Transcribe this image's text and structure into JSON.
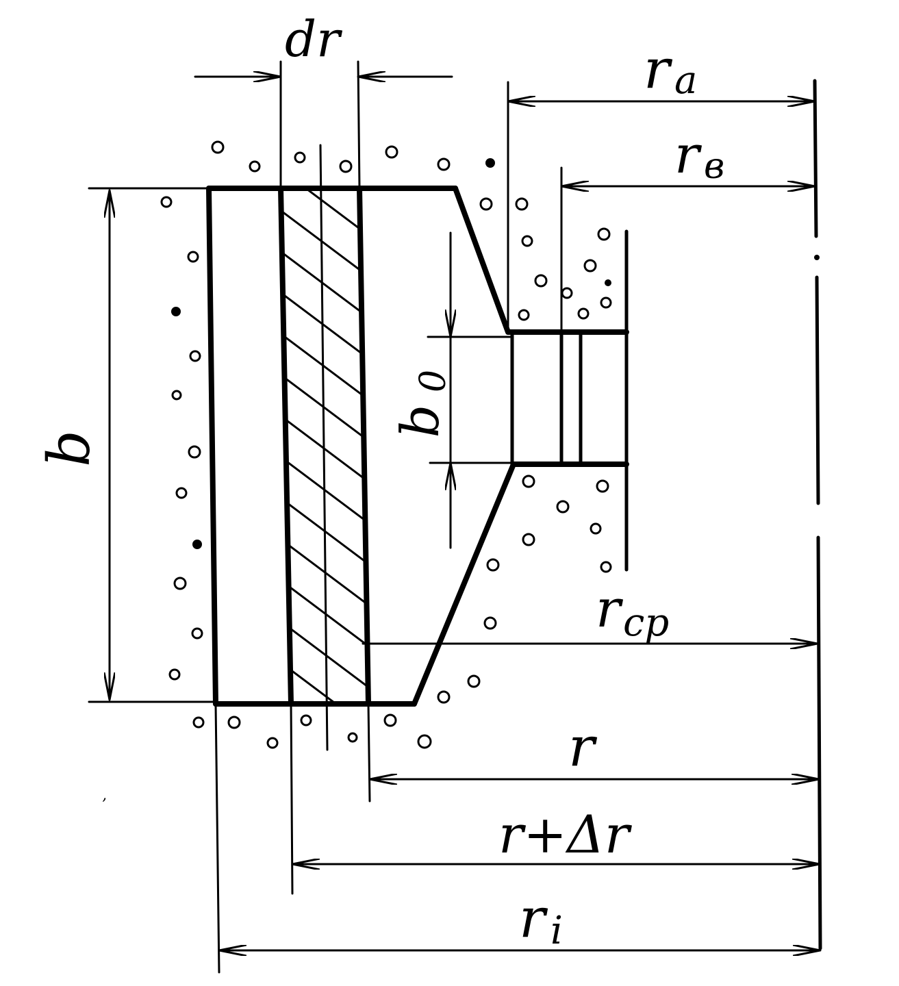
{
  "labels": {
    "dr": "dr",
    "ra": "r",
    "ra_sub": "a",
    "rb": "r",
    "rb_sub": "в",
    "b": "b",
    "b0": "b",
    "b0_sub": "0",
    "rcp": "r",
    "rcp_sub": "cp",
    "r": "r",
    "r_dr": "r+Δr",
    "ri": "r",
    "ri_sub": "i"
  },
  "colors": {
    "ink": "#000000",
    "paper": "#ffffff"
  }
}
